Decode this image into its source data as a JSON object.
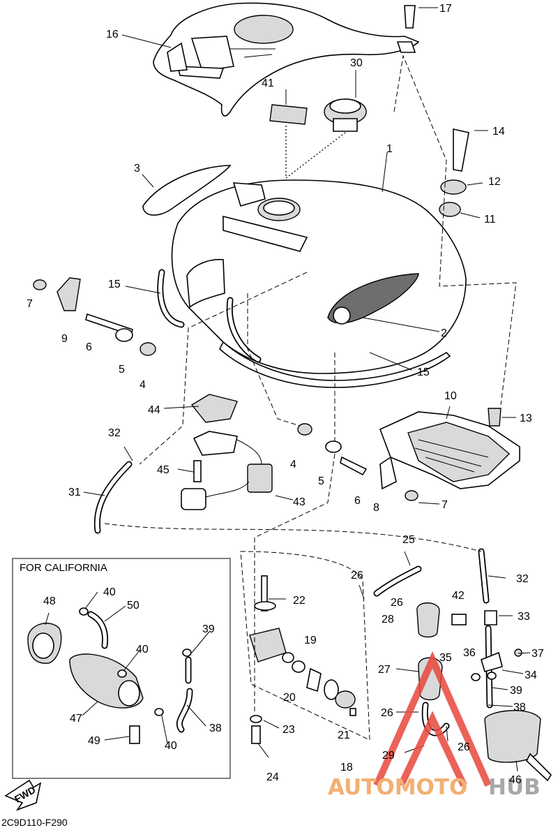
{
  "diagram_code": "2C9D110-F290",
  "inset_title": "FOR CALIFORNIA",
  "fwd_label": "FWD",
  "watermark": {
    "part1": "AUTOMOTO",
    "part2": "HUB",
    "color1": "#f0a35a",
    "color2": "#9a9a9a",
    "logo_color": "#e8473c"
  },
  "callouts": {
    "c1": "1",
    "c2": "2",
    "c3": "3",
    "c4a": "4",
    "c4b": "4",
    "c5a": "5",
    "c5b": "5",
    "c6a": "6",
    "c6b": "6",
    "c7a": "7",
    "c7b": "7",
    "c8": "8",
    "c9": "9",
    "c10": "10",
    "c11": "11",
    "c12": "12",
    "c13": "13",
    "c14": "14",
    "c15a": "15",
    "c15b": "15",
    "c16": "16",
    "c17": "17",
    "c18": "18",
    "c19": "19",
    "c20": "20",
    "c21": "21",
    "c22": "22",
    "c23": "23",
    "c24": "24",
    "c25": "25",
    "c26a": "26",
    "c26b": "26",
    "c26c": "26",
    "c26d": "26",
    "c27": "27",
    "c28": "28",
    "c29": "29",
    "c30": "30",
    "c31": "31",
    "c32a": "32",
    "c32b": "32",
    "c33": "33",
    "c34": "34",
    "c35": "35",
    "c36": "36",
    "c37": "37",
    "c38a": "38",
    "c38b": "38",
    "c39a": "39",
    "c39b": "39",
    "c40a": "40",
    "c40b": "40",
    "c40c": "40",
    "c41": "41",
    "c42": "42",
    "c43": "43",
    "c44": "44",
    "c45": "45",
    "c46": "46",
    "c47": "47",
    "c48": "48",
    "c49": "49",
    "c50": "50"
  }
}
